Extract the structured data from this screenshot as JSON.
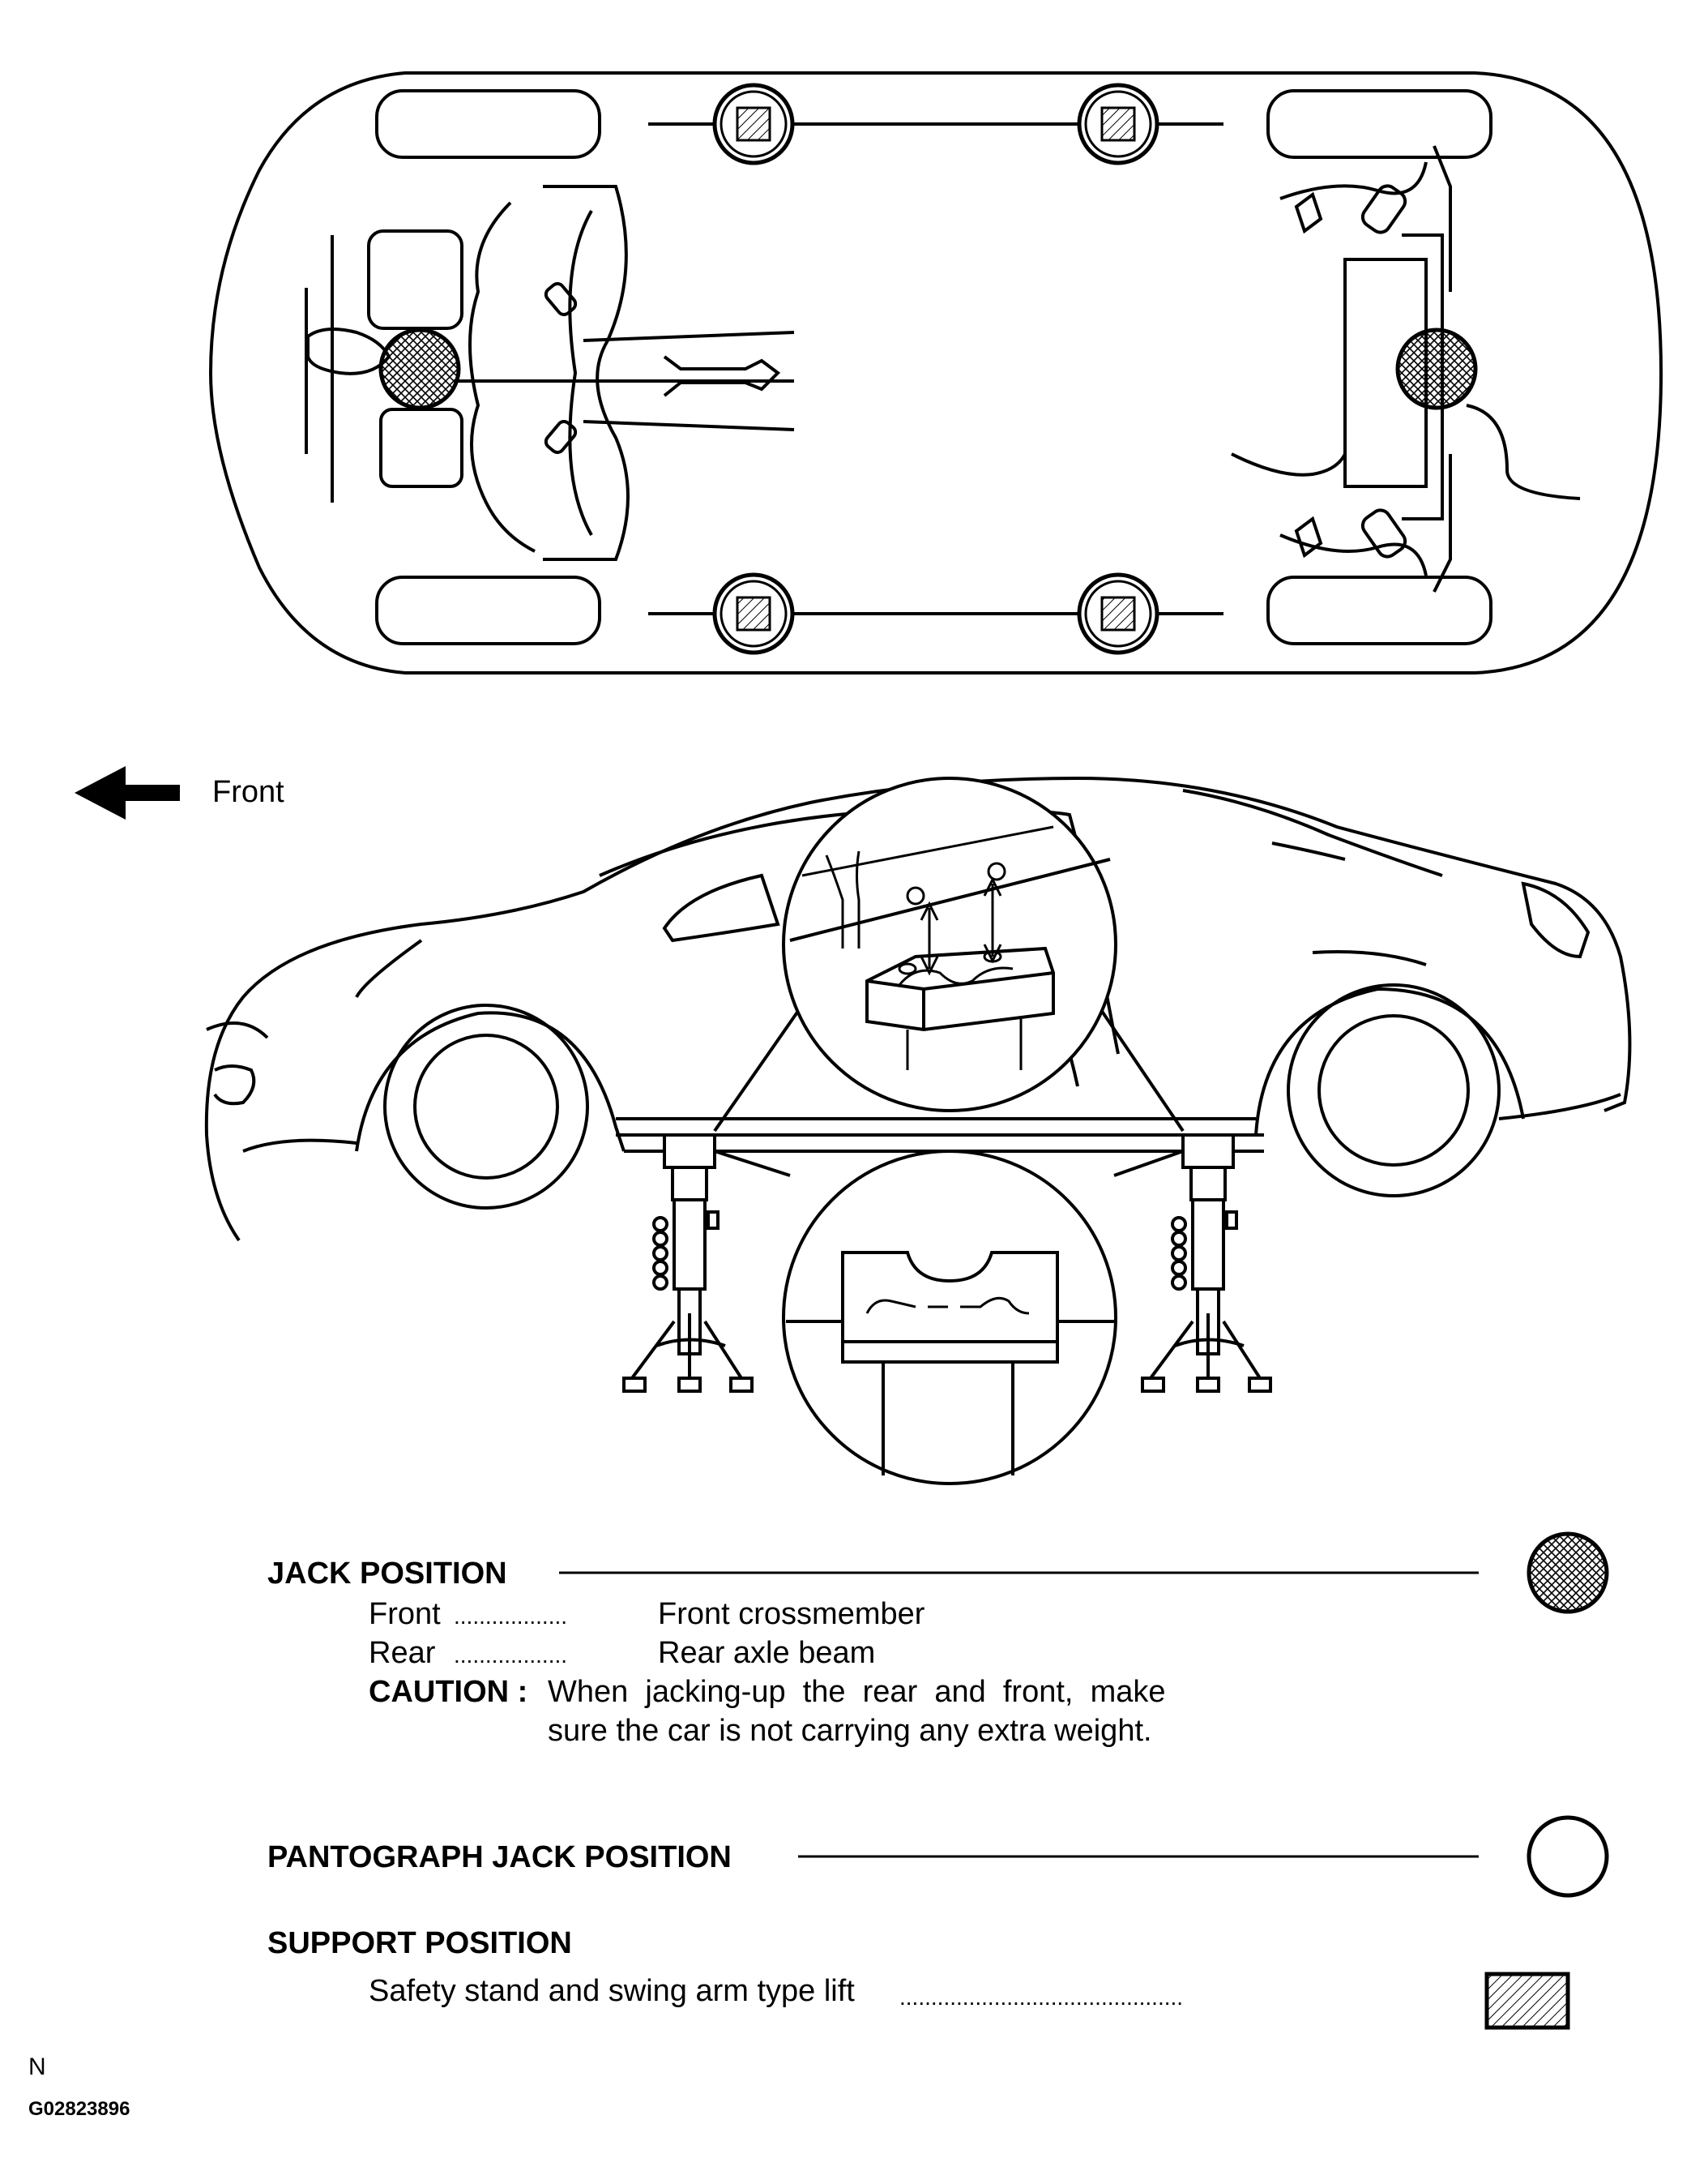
{
  "direction_label": "Front",
  "legend": {
    "jack": {
      "heading": "JACK POSITION",
      "rows": [
        {
          "label": "Front",
          "leader": "..................",
          "value": "Front crossmember"
        },
        {
          "label": "Rear",
          "leader": "..................",
          "value": "Rear axle beam"
        }
      ],
      "caution_label": "CAUTION :",
      "caution_line1": "When  jacking-up  the  rear  and  front,  make",
      "caution_line2": "sure the car is not carrying any extra weight.",
      "symbol": "cross-hatched-circle"
    },
    "pantograph": {
      "heading": "PANTOGRAPH JACK POSITION",
      "symbol": "open-circle"
    },
    "support": {
      "heading": "SUPPORT POSITION",
      "item": "Safety stand and swing arm type lift",
      "leader": ".............................................",
      "symbol": "hatched-square"
    }
  },
  "footer": {
    "code": "N",
    "figure_id": "G02823896"
  },
  "colors": {
    "line": "#000000",
    "background": "#ffffff"
  }
}
